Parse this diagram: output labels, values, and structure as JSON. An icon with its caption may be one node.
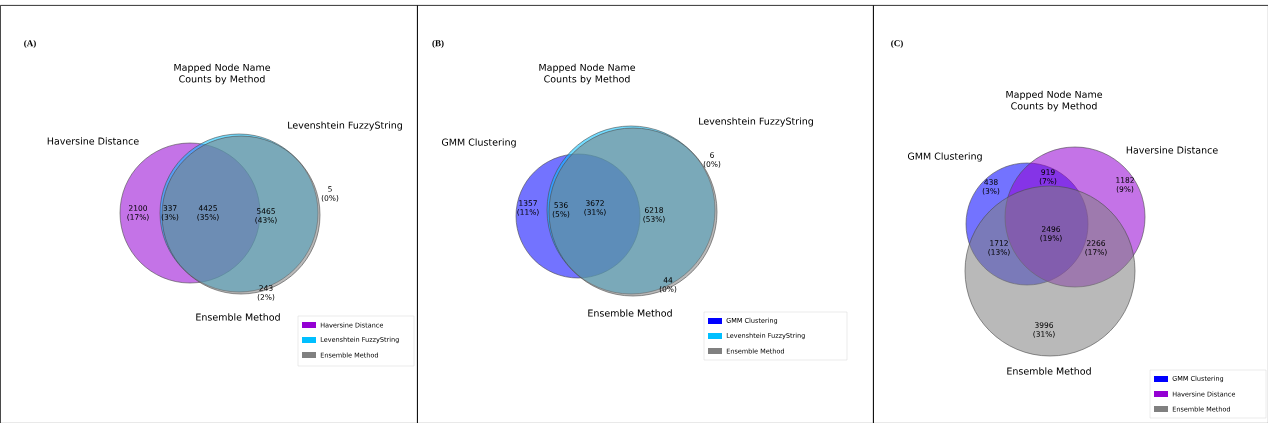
{
  "diagram": {
    "nodes": [
      {
        "text": [
          "(A)",
          "Mapped Node Name Counts by Method"
        ]
      },
      {
        "text": [
          "Haversine Distance"
        ],
        "in": 0
      },
      {
        "text": [
          "Levenshtein FuzzyString"
        ],
        "in": 0
      },
      {
        "text": [
          "Ensemble Method"
        ],
        "in": 0
      },
      {
        "text": [
          "(B)",
          "Mapped Node Name Counts by Method"
        ]
      },
      {
        "text": [
          "GMM Clustering"
        ],
        "in": 4
      },
      {
        "text": [
          "Levenshtein FuzzyString"
        ],
        "in": 4
      },
      {
        "text": [
          "Ensemble Method"
        ],
        "in": 4
      },
      {
        "text": [
          "(C)",
          "Mapped Node Name Counts by Method"
        ]
      },
      {
        "text": [
          "GMM Clustering"
        ],
        "in": 8
      },
      {
        "text": [
          "Haversine Distance"
        ],
        "in": 8
      },
      {
        "text": [
          "Ensemble Method"
        ],
        "in": 8
      }
    ],
    "labels": [
      "2100 (17%)",
      "337 (3%)",
      "4425 (35%)",
      "5465 (43%)",
      "5 (0%)",
      "243 (2%)",
      "1357 (11%)",
      "536 (5%)",
      "3672 (31%)",
      "6218 (53%)",
      "6 (0%)",
      "44 (0%)",
      "438 (3%)",
      "919 (7%)",
      "1182 (9%)",
      "2496 (19%)",
      "1712 (13%)",
      "2266 (17%)",
      "3996 (31%)"
    ],
    "legend": [
      {
        "text": "Haversine Distance",
        "color": "#9400d3"
      },
      {
        "text": "Levenshtein FuzzyString",
        "color": "#00bfff"
      },
      {
        "text": "Ensemble Method",
        "color": "#808080"
      },
      {
        "text": "GMM Clustering",
        "color": "#0000ff"
      },
      {
        "text": "Levenshtein FuzzyString",
        "color": "#00bfff"
      },
      {
        "text": "Ensemble Method",
        "color": "#808080"
      },
      {
        "text": "GMM Clustering",
        "color": "#0000ff"
      },
      {
        "text": "Haversine Distance",
        "color": "#9400d3"
      },
      {
        "text": "Ensemble Method",
        "color": "#808080"
      }
    ]
  }
}
